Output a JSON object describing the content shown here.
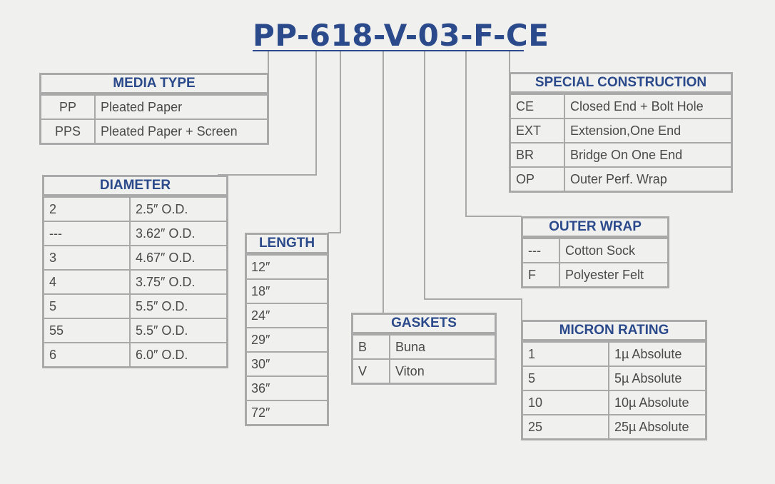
{
  "part_number": "PP-618-V-03-F-CE",
  "colors": {
    "title": "#2b4a8b",
    "border": "#a9a9a9",
    "text": "#4a4a4a",
    "background": "#f0f0ef"
  },
  "media_type": {
    "title": "MEDIA TYPE",
    "rows": [
      {
        "code": "PP",
        "desc": "Pleated Paper"
      },
      {
        "code": "PPS",
        "desc": "Pleated Paper + Screen"
      }
    ]
  },
  "diameter": {
    "title": "DIAMETER",
    "rows": [
      {
        "code": "2",
        "desc": "2.5″ O.D."
      },
      {
        "code": "---",
        "desc": "3.62″ O.D."
      },
      {
        "code": "3",
        "desc": "4.67″ O.D."
      },
      {
        "code": "4",
        "desc": "3.75″ O.D."
      },
      {
        "code": "5",
        "desc": "5.5″ O.D."
      },
      {
        "code": "55",
        "desc": "5.5″ O.D."
      },
      {
        "code": "6",
        "desc": "6.0″ O.D."
      }
    ]
  },
  "length": {
    "title": "LENGTH",
    "rows": [
      "12″",
      "18″",
      "24″",
      "29″",
      "30″",
      "36″",
      "72″"
    ]
  },
  "gaskets": {
    "title": "GASKETS",
    "rows": [
      {
        "code": "B",
        "desc": "Buna"
      },
      {
        "code": "V",
        "desc": "Viton"
      }
    ]
  },
  "micron_rating": {
    "title": "MICRON RATING",
    "rows": [
      {
        "code": "1",
        "desc": "1µ Absolute"
      },
      {
        "code": "5",
        "desc": "5µ Absolute"
      },
      {
        "code": "10",
        "desc": "10µ Absolute"
      },
      {
        "code": "25",
        "desc": "25µ Absolute"
      }
    ]
  },
  "outer_wrap": {
    "title": "OUTER WRAP",
    "rows": [
      {
        "code": "---",
        "desc": "Cotton Sock"
      },
      {
        "code": "F",
        "desc": "Polyester Felt"
      }
    ]
  },
  "special_construction": {
    "title": "SPECIAL CONSTRUCTION",
    "rows": [
      {
        "code": "CE",
        "desc": "Closed End + Bolt Hole"
      },
      {
        "code": "EXT",
        "desc": "Extension,One End"
      },
      {
        "code": "BR",
        "desc": "Bridge On One End"
      },
      {
        "code": "OP",
        "desc": "Outer Perf. Wrap"
      }
    ]
  }
}
